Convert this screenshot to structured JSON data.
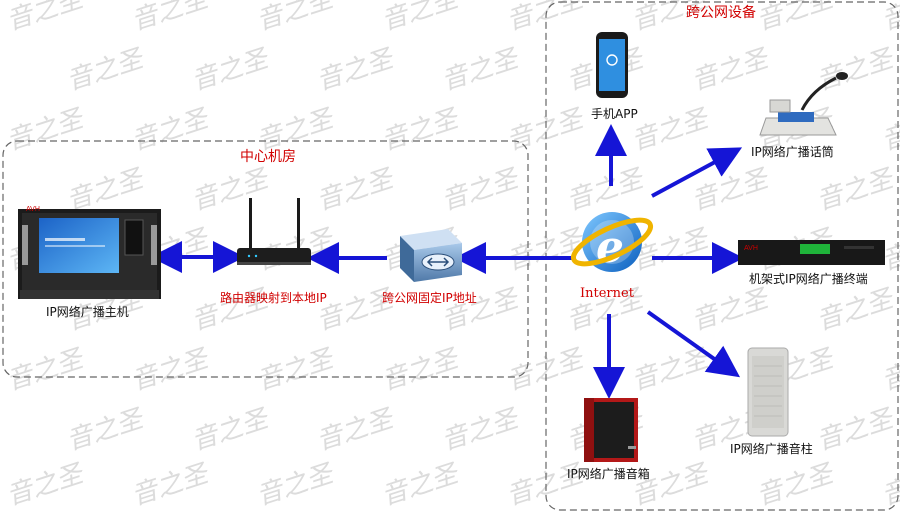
{
  "zones": {
    "center_room": "中心机房",
    "remote_devices": "跨公网设备"
  },
  "nodes": {
    "host": "IP网络广播主机",
    "router": "路由器映射到本地IP",
    "gateway": "跨公网固定IP地址",
    "internet": "Internet",
    "phone": "手机APP",
    "mic": "IP网络广播话筒",
    "rack": "机架式IP网络广播终端",
    "speaker_box": "IP网络广播音箱",
    "speaker_column": "IP网络广播音柱"
  },
  "watermark": "音之圣",
  "colors": {
    "arrow": "#1515d6",
    "label_red": "#d10000",
    "dashed_border": "#666666"
  }
}
